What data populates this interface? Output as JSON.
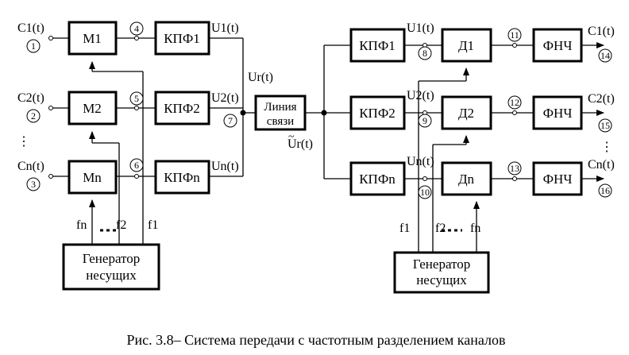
{
  "left": {
    "inputs": [
      "C1(t)",
      "C2(t)",
      "Cn(t)"
    ],
    "modulators": [
      "М1",
      "М2",
      "Мn"
    ],
    "filters": [
      "КПФ1",
      "КПФ2",
      "КПФn"
    ],
    "outputs": [
      "U1(t)",
      "U2(t)",
      "Un(t)"
    ],
    "generator": [
      "Генератор",
      "несущих"
    ],
    "freq": [
      "fn",
      "f2",
      "f1"
    ]
  },
  "line": {
    "label": [
      "Линия",
      "связи"
    ],
    "ur_in": "Ur(t)",
    "ur_out": "Ur(t)"
  },
  "right": {
    "filters": [
      "КПФ1",
      "КПФ2",
      "КПФn"
    ],
    "signals": [
      "U1(t)",
      "U2(t)",
      "Un(t)"
    ],
    "detectors": [
      "Д1",
      "Д2",
      "Дn"
    ],
    "lpf": [
      "ФНЧ",
      "ФНЧ",
      "ФНЧ"
    ],
    "outputs": [
      "C1(t)",
      "C2(t)",
      "Cn(t)"
    ],
    "generator": [
      "Генератор",
      "несущих"
    ],
    "freq": [
      "f1",
      "f2",
      "fn"
    ]
  },
  "nodes": [
    "1",
    "2",
    "3",
    "4",
    "5",
    "6",
    "7",
    "8",
    "9",
    "10",
    "11",
    "12",
    "13",
    "14",
    "15",
    "16"
  ],
  "caption": "Рис. 3.8– Система передачи с частотным разделением каналов"
}
